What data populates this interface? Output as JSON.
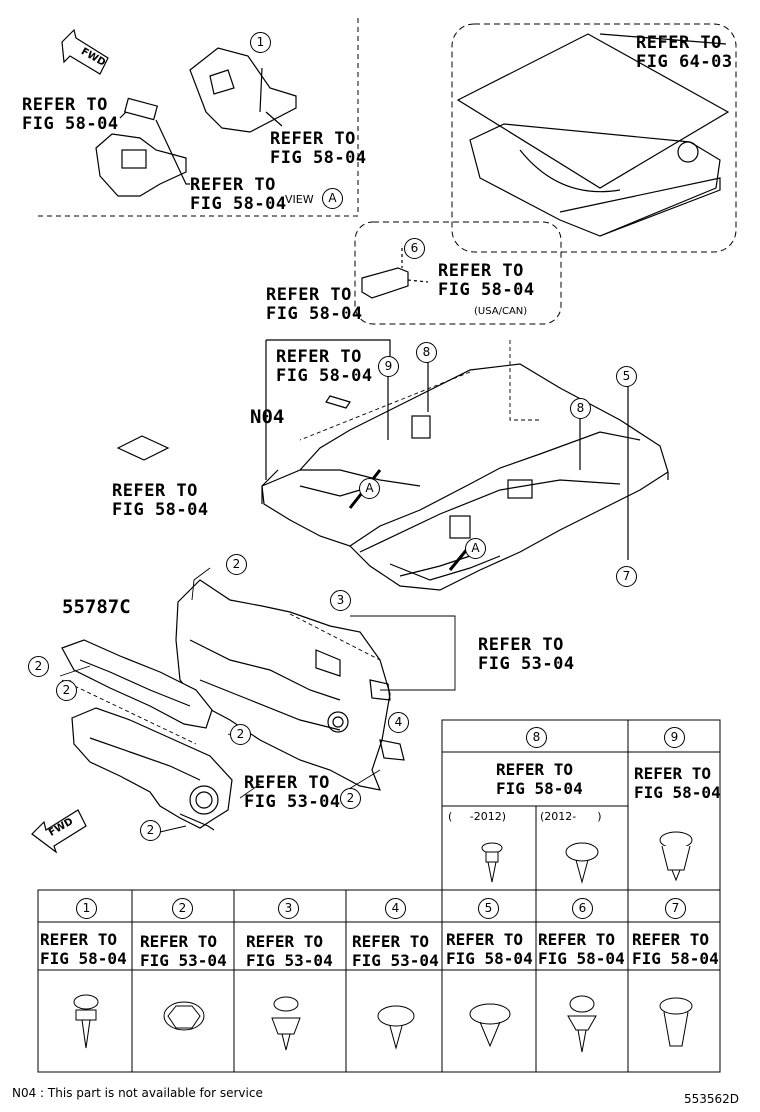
{
  "callouts": {
    "refer_top_right": [
      "REFER TO",
      "FIG 64-03"
    ],
    "refer_left_view": [
      "REFER TO",
      "FIG 58-04"
    ],
    "refer_view_1": [
      "REFER TO",
      "FIG 58-04"
    ],
    "refer_view_2": [
      "REFER TO",
      "FIG 58-04"
    ],
    "view_text": "VIEW",
    "view_letter": "A",
    "refer_usa": [
      "REFER TO",
      "FIG 58-04"
    ],
    "usa_can": "(USA/CAN)",
    "refer_mid_left": [
      "REFER TO",
      "FIG 58-04"
    ],
    "refer_mid_inner": [
      "REFER TO",
      "FIG 58-04"
    ],
    "n04": "N04",
    "refer_pad": [
      "REFER TO",
      "FIG 58-04"
    ],
    "part_55787c": "55787C",
    "refer_dash": [
      "REFER TO",
      "FIG 53-04"
    ],
    "refer_insulator": [
      "REFER TO",
      "FIG 53-04"
    ],
    "a_marker": "A"
  },
  "markers": {
    "m1": "1",
    "m2a": "2",
    "m2b": "2",
    "m2c": "2",
    "m2d": "2",
    "m2e": "2",
    "m2f": "2",
    "m3": "3",
    "m4": "4",
    "m5": "5",
    "m6": "6",
    "m7": "7",
    "m8a": "8",
    "m8b": "8",
    "m9": "9"
  },
  "fastener_table_top": {
    "col8": {
      "num": "8",
      "refer": [
        "REFER TO",
        "FIG 58-04"
      ],
      "sub_a": "(     -2012)",
      "sub_b": "(2012-      )"
    },
    "col9": {
      "num": "9",
      "refer": [
        "REFER TO",
        "FIG 58-04"
      ]
    }
  },
  "fastener_table_bottom": [
    {
      "num": "1",
      "refer": [
        "REFER TO",
        "FIG 58-04"
      ]
    },
    {
      "num": "2",
      "refer": [
        "REFER TO",
        "FIG 53-04"
      ]
    },
    {
      "num": "3",
      "refer": [
        "REFER TO",
        "FIG 53-04"
      ]
    },
    {
      "num": "4",
      "refer": [
        "REFER TO",
        "FIG 53-04"
      ]
    },
    {
      "num": "5",
      "refer": [
        "REFER TO",
        "FIG 58-04"
      ]
    },
    {
      "num": "6",
      "refer": [
        "REFER TO",
        "FIG 58-04"
      ]
    },
    {
      "num": "7",
      "refer": [
        "REFER TO",
        "FIG 58-04"
      ]
    }
  ],
  "fwd_label": "FWD",
  "footer": {
    "note": "N04 : This part is not available for service",
    "diagram_id": "553562D"
  },
  "colors": {
    "line": "#000000",
    "background": "#ffffff",
    "shade": "#bdbdbd"
  }
}
